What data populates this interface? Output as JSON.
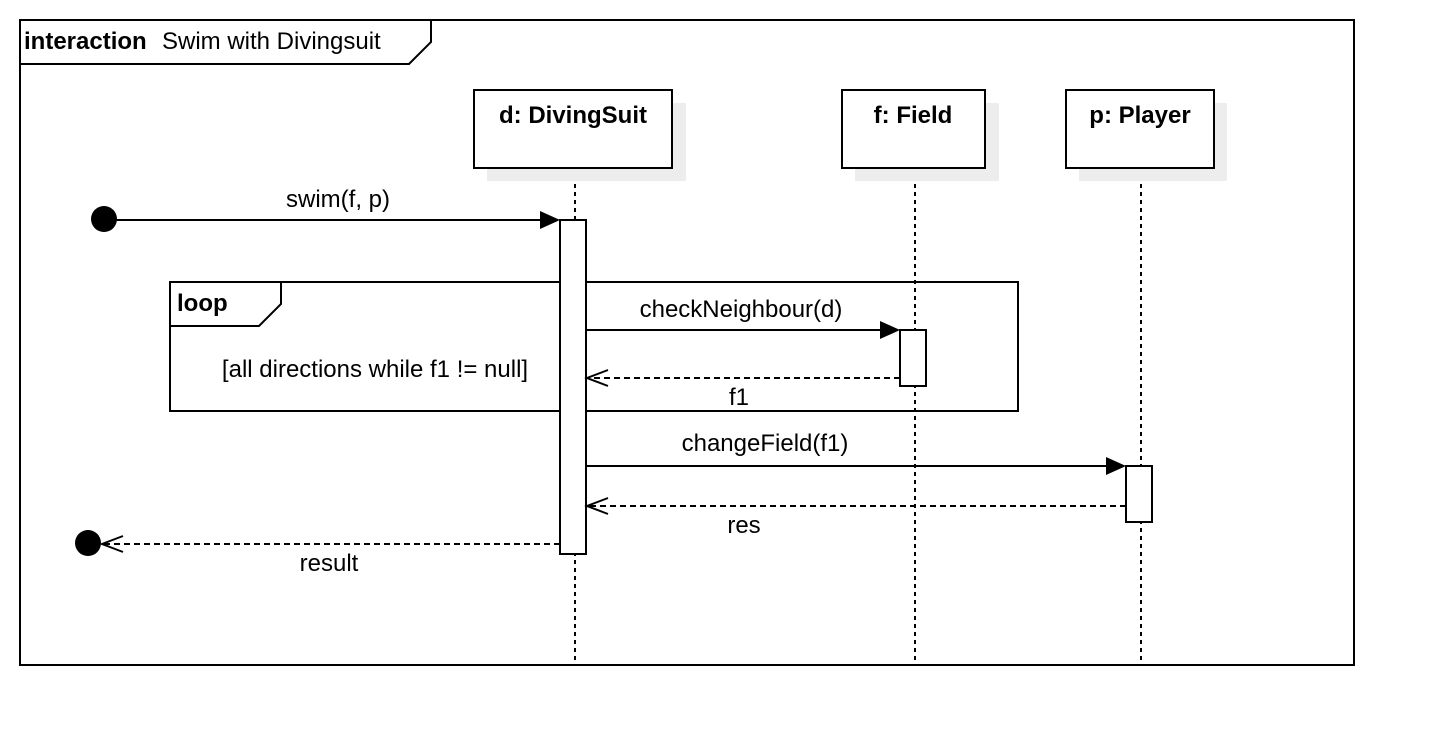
{
  "frame": {
    "keyword": "interaction",
    "name": "Swim with Divingsuit"
  },
  "lifelines": {
    "diving_suit": "d: DivingSuit",
    "field": "f: Field",
    "player": "p: Player"
  },
  "messages": {
    "swim": "swim(f, p)",
    "check_neighbour": "checkNeighbour(d)",
    "f1_return": "f1",
    "change_field": "changeField(f1)",
    "res_return": "res",
    "result_return": "result"
  },
  "loop_fragment": {
    "keyword": "loop",
    "guard": "[all directions while f1 != null]"
  }
}
